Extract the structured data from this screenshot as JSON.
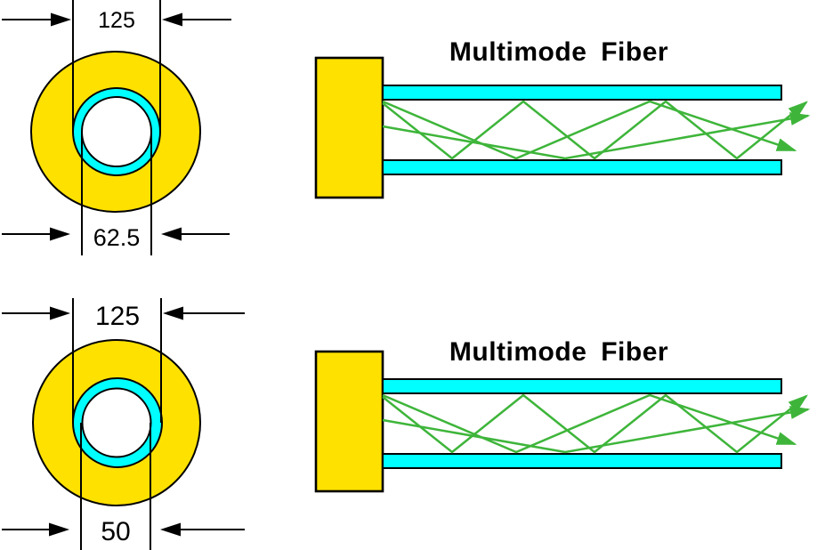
{
  "colors": {
    "buffer": "#FFE100",
    "cladding": "#00FFFF",
    "ray": "#3EB53A",
    "outline": "#000000"
  },
  "top_figure": {
    "title": "Multimode Fiber",
    "cladding_diameter": "125",
    "core_diameter": "62.5"
  },
  "bottom_figure": {
    "title": "Multimode Fiber",
    "cladding_diameter": "125",
    "core_diameter": "50"
  }
}
